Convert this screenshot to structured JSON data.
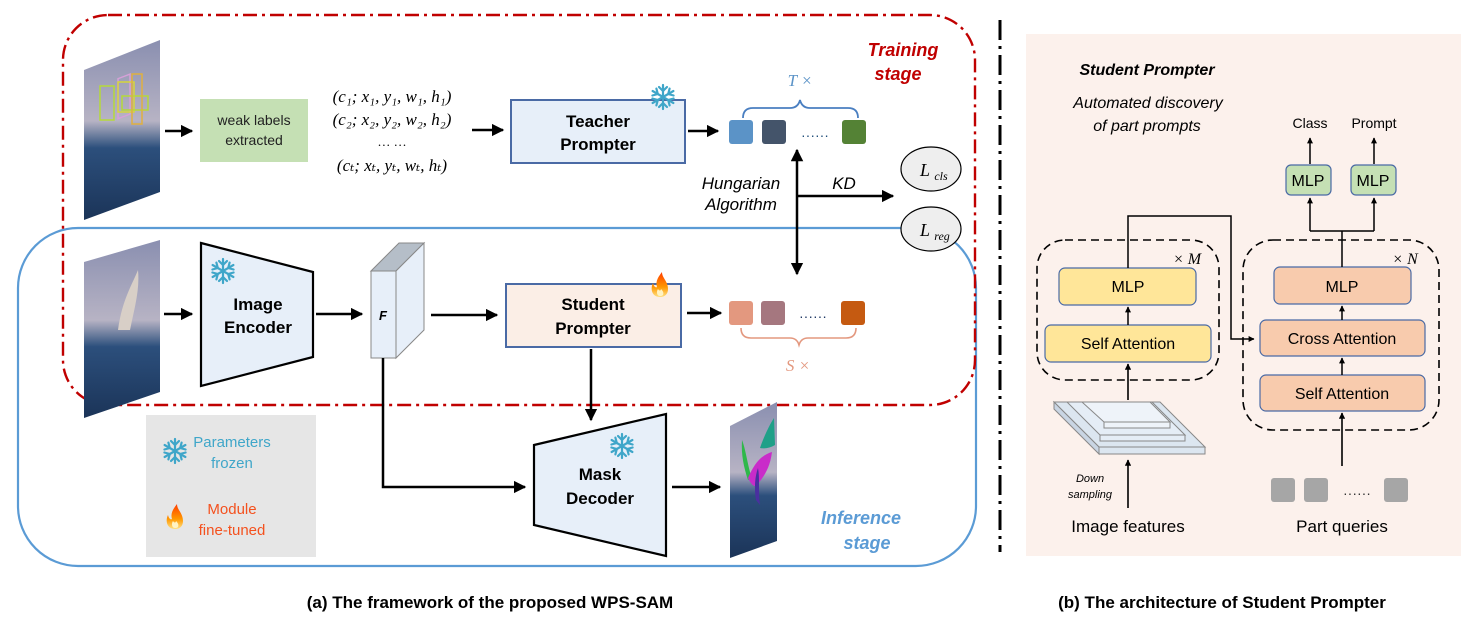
{
  "panel_a": {
    "caption": "(a) The framework of the proposed WPS-SAM",
    "training_stage": {
      "line1": "Training",
      "line2": "stage",
      "color": "#c00000"
    },
    "inference_stage": {
      "line1": "Inference",
      "line2": "stage",
      "color": "#5b9bd5"
    },
    "weak_labels": {
      "line1": "weak labels",
      "line2": "extracted"
    },
    "label_tuples": [
      "(c₁; x₁, y₁, w₁, h₁)",
      "(c₂; x₂, y₂, w₂, h₂)",
      "… …",
      "(cₜ; xₜ, yₜ, wₜ, hₜ)"
    ],
    "label_tuples_last": "(c_T; x_T, y_T, w_T, h_T)",
    "teacher_prompter": {
      "line1": "Teacher",
      "line2": "Prompter",
      "state": "frozen"
    },
    "student_prompter": {
      "line1": "Student",
      "line2": "Prompter",
      "state": "fine-tuned"
    },
    "image_encoder": {
      "line1": "Image",
      "line2": "Encoder",
      "state": "frozen"
    },
    "mask_decoder": {
      "line1": "Mask",
      "line2": "Decoder",
      "state": "frozen"
    },
    "feature_label": "F",
    "teacher_tokens": {
      "count_label": "T ×",
      "colors": [
        "#5b93c7",
        "#44546a",
        "#548235"
      ],
      "ellipsis": "······"
    },
    "student_tokens": {
      "count_label": "S ×",
      "colors": [
        "#e3987f",
        "#a5777f",
        "#c55a11"
      ],
      "ellipsis": "······"
    },
    "hungarian": {
      "line1": "Hungarian",
      "line2": "Algorithm"
    },
    "kd_label": "KD",
    "losses": [
      {
        "main": "L",
        "sub": "cls"
      },
      {
        "main": "L",
        "sub": "reg"
      }
    ],
    "legend": {
      "frozen": {
        "line1": "Parameters",
        "line2": "frozen",
        "color": "#3fa6c9"
      },
      "finetuned": {
        "line1": "Module",
        "line2": "fine-tuned",
        "color": "#f4511e"
      }
    }
  },
  "panel_b": {
    "caption": "(b) The architecture of Student Prompter",
    "title": "Student Prompter",
    "subtitle_line1": "Automated discovery",
    "subtitle_line2": "of part prompts",
    "encoder_block": {
      "repeat": "× M",
      "mlp": "MLP",
      "attn": "Self Attention"
    },
    "decoder_block": {
      "repeat": "× N",
      "mlp": "MLP",
      "cross": "Cross Attention",
      "self": "Self Attention"
    },
    "heads": [
      {
        "mlp": "MLP",
        "output": "Class"
      },
      {
        "mlp": "MLP",
        "output": "Prompt"
      }
    ],
    "down_sampling": {
      "line1": "Down",
      "line2": "sampling"
    },
    "image_features": "Image features",
    "part_queries": "Part queries",
    "query_ellipsis": "······"
  }
}
